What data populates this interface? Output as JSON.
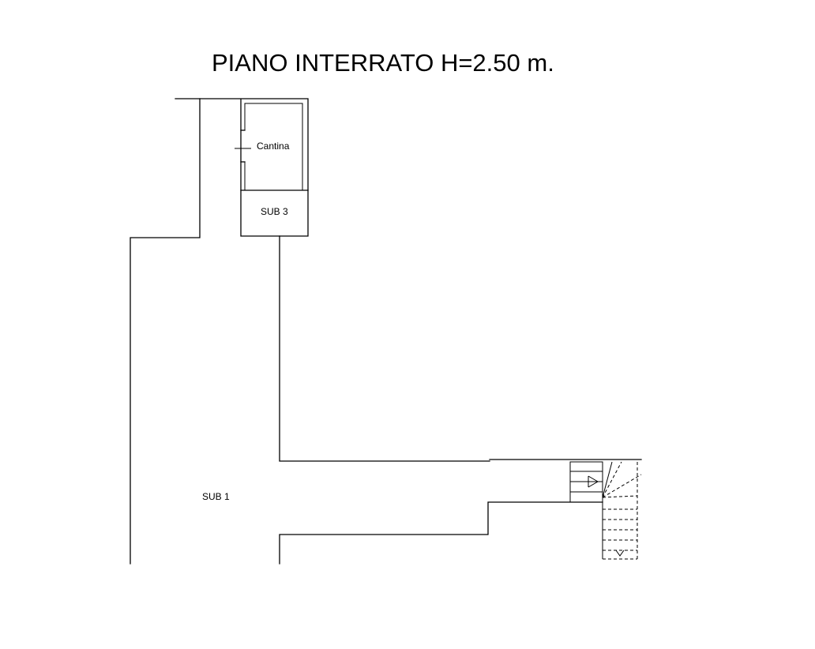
{
  "drawing": {
    "title": "PIANO INTERRATO H=2.50 m.",
    "rooms": {
      "cantina": "Cantina",
      "sub3": "SUB 3",
      "sub1": "SUB 1"
    }
  }
}
